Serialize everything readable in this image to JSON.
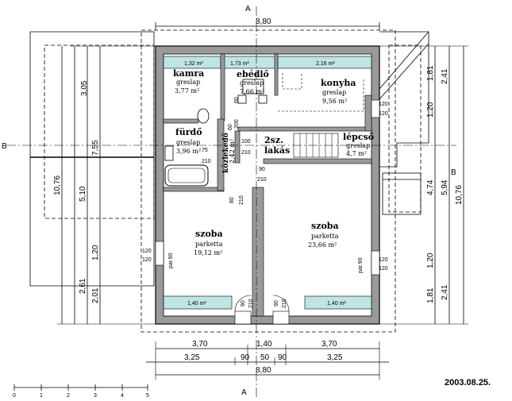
{
  "drawing": {
    "date": "2003.08.25.",
    "section_labels": {
      "a_top": "A",
      "a_bottom": "A",
      "b_left": "B",
      "b_right": "B"
    }
  },
  "rooms": {
    "kamra": {
      "name": "kamra",
      "finish": "greslap",
      "area": "3,77 m²"
    },
    "ebedlo": {
      "name": "ebédlő",
      "finish": "greslap",
      "area": "7,66 m²"
    },
    "konyha": {
      "name": "konyha",
      "finish": "greslap",
      "area": "9,56 m²"
    },
    "furdo": {
      "name": "fürdő",
      "finish": "greslap",
      "area": "3,96 m²"
    },
    "lepcso": {
      "name": "lépcső",
      "finish": "greslap",
      "area": "4,7 m²"
    },
    "lakas": {
      "name_line1": "2sz.",
      "name_line2": "lakás"
    },
    "kozlekedo": {
      "name": "közlekedő",
      "area": "2,42 m²"
    },
    "szoba_left": {
      "name": "szoba",
      "finish": "parketta",
      "area": "19,12 m²"
    },
    "szoba_right": {
      "name": "szoba",
      "finish": "parketta",
      "area": "23,66 m²"
    }
  },
  "strip_labels": {
    "kamra_top": "1,32 m²",
    "ebedlo_top": "1,73 m²",
    "konyha_top": "2,16 m²",
    "bottom_left": "1,40 m²",
    "bottom_right": "1,40 m²"
  },
  "top_dimension": "8,80",
  "bottom_dimensions": {
    "row1": [
      "3,70",
      "1,40",
      "3,70"
    ],
    "row2": [
      "3,25",
      "90",
      "50",
      "90",
      "3,25"
    ],
    "row3": "8,80"
  },
  "left_dimensions": {
    "outer": "10,76",
    "col2": [
      "3,05",
      "7,55"
    ],
    "col3": [
      "5,10",
      "1,20"
    ],
    "col4": [
      "2,61",
      "2,01"
    ]
  },
  "right_dimensions": {
    "col1": [
      "1,81",
      "1,20",
      "4,74",
      "1,20",
      "1,81"
    ],
    "col2": [
      "2,41",
      "5,94",
      "2,41"
    ],
    "outer": "10,76"
  },
  "opening_labels": {
    "w120_a": "120",
    "w120_b": "120",
    "w120_c": "120",
    "w120_d": "120",
    "w120_e": "120",
    "w120_f": "120",
    "par90_left": "par.90",
    "par90_right": "par.90",
    "d90_left": "90",
    "d90_mid": "90",
    "d210_a": "210",
    "d210_b": "210",
    "d210_c": "210",
    "d210_d": "210",
    "d80": "80",
    "d100": "100",
    "d60": "60",
    "d200": "200",
    "d75": "75",
    "d60b": "60",
    "d90_door": "90",
    "d210_door": "210"
  },
  "scale_bar": {
    "ticks": [
      "0",
      "1",
      "2",
      "3",
      "4",
      "5"
    ]
  }
}
